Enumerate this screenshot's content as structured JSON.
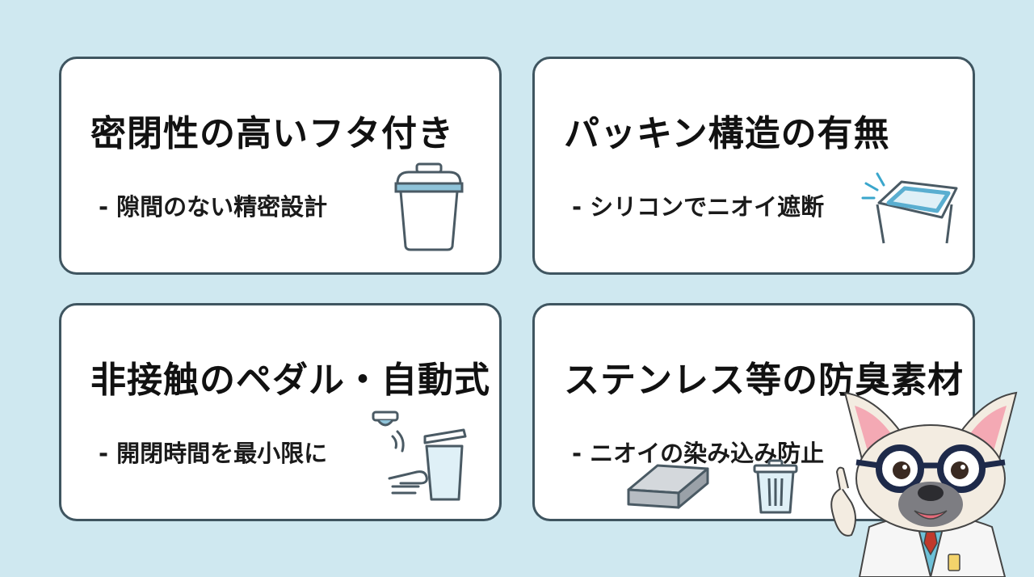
{
  "cards": [
    {
      "title": "密閉性の高いフタ付き",
      "desc": "- 隙間のない精密設計"
    },
    {
      "title": "パッキン構造の有無",
      "desc": "- シリコンでニオイ遮断"
    },
    {
      "title": "非接触のペダル・自動式",
      "desc": "- 開閉時間を最小限に"
    },
    {
      "title": "ステンレス等の防臭素材",
      "desc": "- ニオイの染み込み防止"
    }
  ],
  "icons": {
    "card1": "lidded-trash-can-icon",
    "card2": "silicone-gasket-lid-icon",
    "card3": "sensor-hand-trash-can-icon",
    "card4": [
      "steel-bar-icon",
      "trash-can-icon"
    ],
    "mascot": "french-bulldog-doctor-mascot"
  },
  "colors": {
    "background": "#cfe8f0",
    "card_border": "#3f5560",
    "icon_blue": "#8fc3d9"
  }
}
